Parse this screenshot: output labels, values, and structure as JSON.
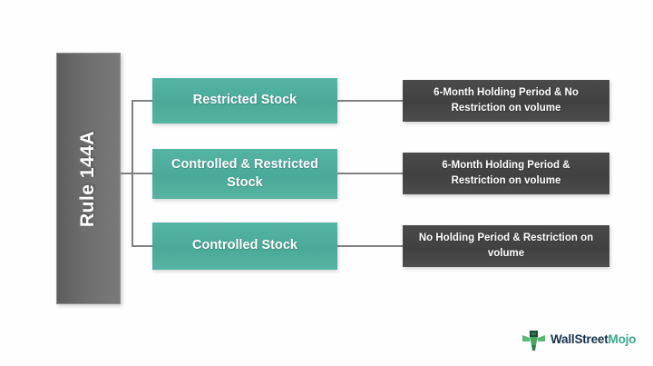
{
  "diagram": {
    "root": {
      "label": "Rule 144A"
    },
    "branches": [
      {
        "type_label": "Restricted Stock",
        "condition_label": "6-Month Holding Period & No Restriction on volume"
      },
      {
        "type_label": "Controlled & Restricted Stock",
        "condition_label": "6-Month Holding Period & Restriction on volume"
      },
      {
        "type_label": "Controlled Stock",
        "condition_label": "No Holding Period & Restriction on volume"
      }
    ]
  },
  "logo": {
    "text_primary": "WallStreet",
    "text_secondary": "Mojo",
    "mark_name": "wallstreetmojo-bull-icon"
  },
  "colors": {
    "root_box": "#6e6e6e",
    "mid_box": "#4aa998",
    "end_box": "#434343",
    "connector": "#808080",
    "background": "#fefefe",
    "logo_primary": "#16314a",
    "logo_secondary": "#3aa98f"
  }
}
